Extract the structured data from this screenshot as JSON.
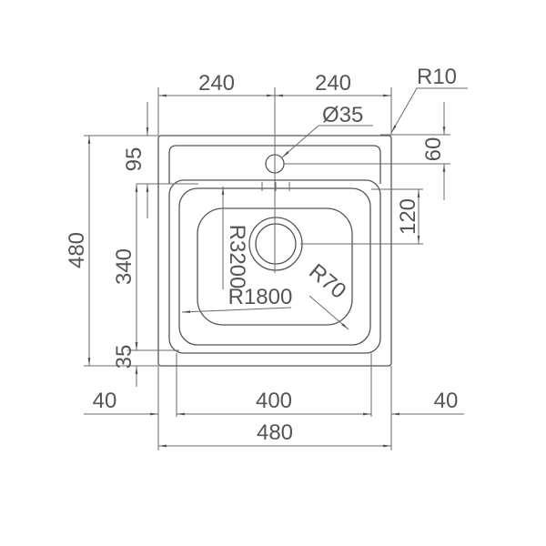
{
  "drawing": {
    "dimensions": {
      "top_left_half": "240",
      "top_right_half": "240",
      "corner_radius": "R10",
      "tap_hole": "Ø35",
      "left_tap_offset": "95",
      "right_tap_offset": "60",
      "right_bowl_offset": "120",
      "overall_height": "480",
      "bowl_height": "340",
      "bottom_margin": "35",
      "bowl_radius_vertical": "R3200",
      "bowl_radius_horizontal": "R1800",
      "bowl_corner_radius": "R70",
      "left_margin": "40",
      "bowl_width": "400",
      "right_margin": "40",
      "overall_width": "480"
    },
    "colors": {
      "line": "#6a6a6a",
      "outline": "#555555",
      "text": "#555555"
    }
  }
}
